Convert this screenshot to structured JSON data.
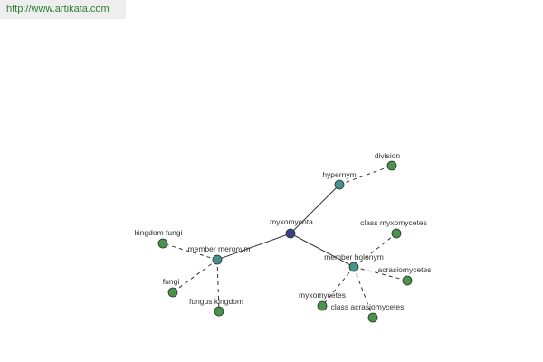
{
  "header": {
    "url": "http://www.artikata.com"
  },
  "graph": {
    "colors": {
      "center": "#3d3d8f",
      "relation": "#4a8f8f",
      "leaf": "#4f8f4f",
      "edge": "#333333"
    },
    "nodes": {
      "myxomycota": {
        "label": "myxomycota",
        "kind": "center"
      },
      "hypernym": {
        "label": "hypernym",
        "kind": "relation"
      },
      "division": {
        "label": "division",
        "kind": "leaf"
      },
      "member_meronym": {
        "label": "member meronym",
        "kind": "relation"
      },
      "kingdom_fungi": {
        "label": "kingdom fungi",
        "kind": "leaf"
      },
      "fungi": {
        "label": "fungi",
        "kind": "leaf"
      },
      "fungus_kingdom": {
        "label": "fungus kingdom",
        "kind": "leaf"
      },
      "member_holonym": {
        "label": "member holonym",
        "kind": "relation"
      },
      "class_myxomycetes": {
        "label": "class myxomycetes",
        "kind": "leaf"
      },
      "acrasiomycetes": {
        "label": "acrasiomycetes",
        "kind": "leaf"
      },
      "myxomycetes": {
        "label": "myxomycetes",
        "kind": "leaf"
      },
      "class_acrasiomycetes": {
        "label": "class acrasiomycetes",
        "kind": "leaf"
      }
    },
    "edges": [
      {
        "from": "myxomycota",
        "to": "hypernym",
        "style": "solid"
      },
      {
        "from": "myxomycota",
        "to": "member_meronym",
        "style": "solid"
      },
      {
        "from": "myxomycota",
        "to": "member_holonym",
        "style": "solid"
      },
      {
        "from": "hypernym",
        "to": "division",
        "style": "dashed"
      },
      {
        "from": "member_meronym",
        "to": "kingdom_fungi",
        "style": "dashed"
      },
      {
        "from": "member_meronym",
        "to": "fungi",
        "style": "dashed"
      },
      {
        "from": "member_meronym",
        "to": "fungus_kingdom",
        "style": "dashed"
      },
      {
        "from": "member_holonym",
        "to": "class_myxomycetes",
        "style": "dashed"
      },
      {
        "from": "member_holonym",
        "to": "acrasiomycetes",
        "style": "dashed"
      },
      {
        "from": "member_holonym",
        "to": "myxomycetes",
        "style": "dashed"
      },
      {
        "from": "member_holonym",
        "to": "class_acrasiomycetes",
        "style": "dashed"
      }
    ]
  }
}
